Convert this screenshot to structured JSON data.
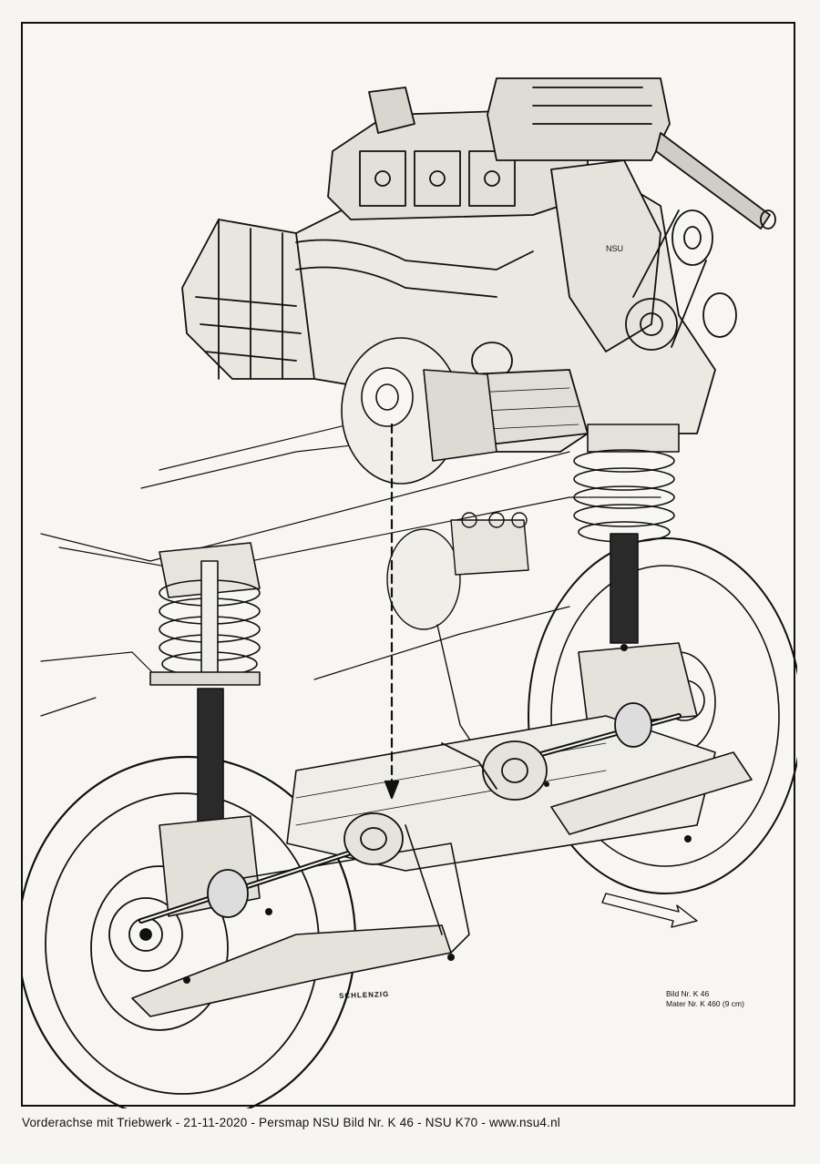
{
  "illustration": {
    "signature": "SCHLENZIG",
    "caption_line1": "Bild Nr. K 46",
    "caption_line2": "Mater Nr. K 460 (9 cm)"
  },
  "footer": {
    "text": "Vorderachse mit Triebwerk - 21-11-2020 - Persmap NSU Bild Nr. K 46 - NSU K70 - www.nsu4.nl"
  }
}
